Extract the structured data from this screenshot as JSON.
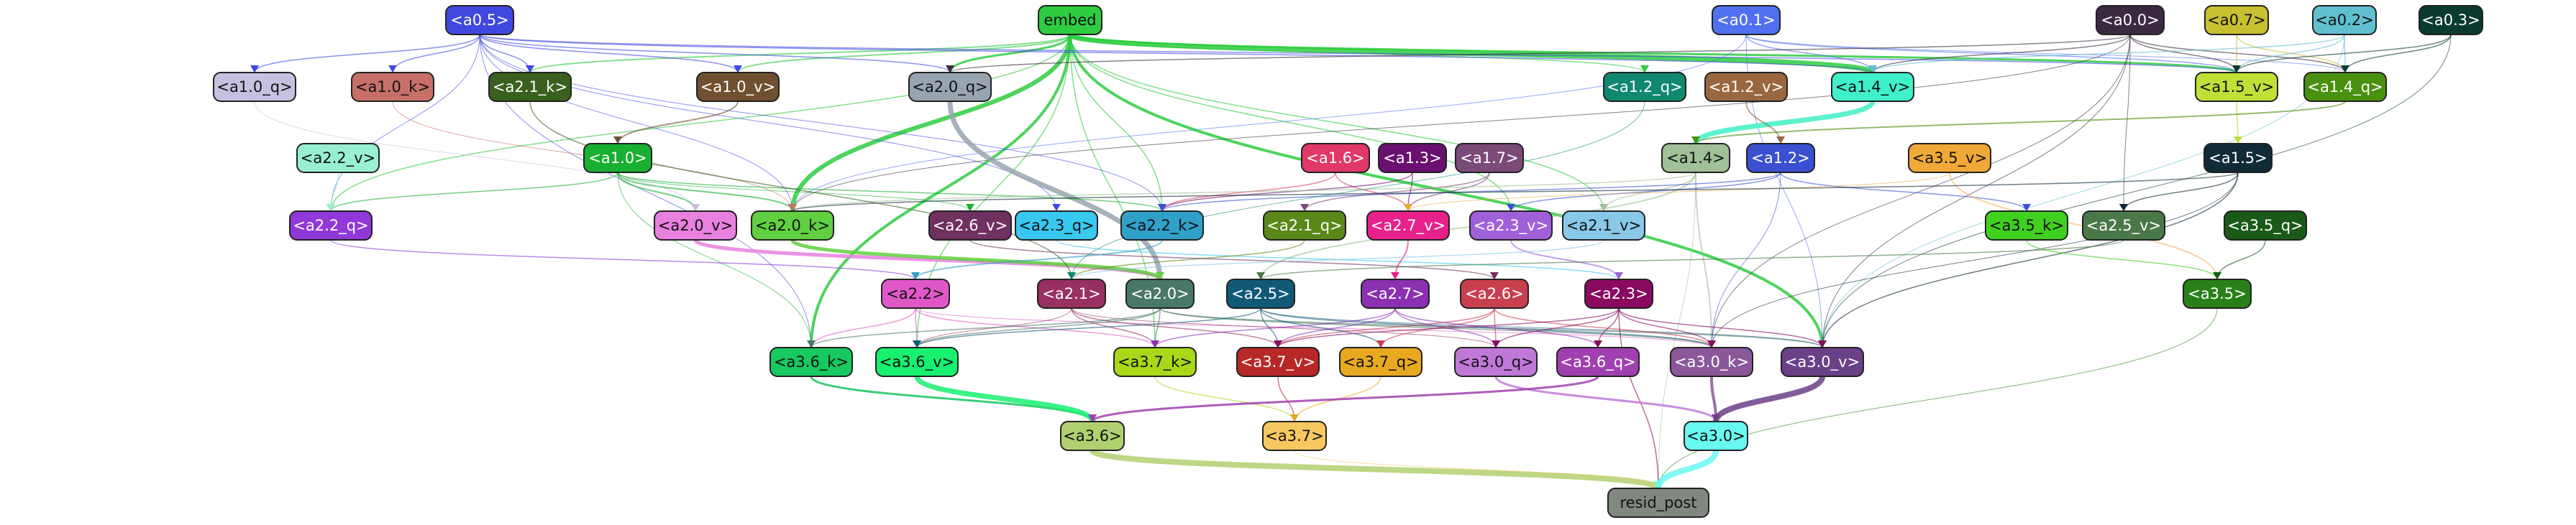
{
  "title": "",
  "nodes": [
    {
      "id": "embed",
      "label": "embed",
      "color": "#2ecc40",
      "text": "#111"
    },
    {
      "id": "a0_5",
      "label": "<a0.5>",
      "color": "#4048e0",
      "text": "#fff"
    },
    {
      "id": "a0_1",
      "label": "<a0.1>",
      "color": "#5070f0",
      "text": "#fff"
    },
    {
      "id": "a0_0",
      "label": "<a0.0>",
      "color": "#3a2a40",
      "text": "#fff"
    },
    {
      "id": "a0_7",
      "label": "<a0.7>",
      "color": "#c8c030",
      "text": "#111"
    },
    {
      "id": "a0_2",
      "label": "<a0.2>",
      "color": "#60c0d0",
      "text": "#111"
    },
    {
      "id": "a0_3",
      "label": "<a0.3>",
      "color": "#0a3a30",
      "text": "#fff"
    },
    {
      "id": "a1_0_q",
      "label": "<a1.0_q>",
      "color": "#c8c0e0",
      "text": "#111"
    },
    {
      "id": "a1_0_k",
      "label": "<a1.0_k>",
      "color": "#c87068",
      "text": "#111"
    },
    {
      "id": "a2_1_k",
      "label": "<a2.1_k>",
      "color": "#3a6020",
      "text": "#fff"
    },
    {
      "id": "a1_0_v",
      "label": "<a1.0_v>",
      "color": "#705030",
      "text": "#fff"
    },
    {
      "id": "a2_0_q",
      "label": "<a2.0_q>",
      "color": "#98a4b0",
      "text": "#111"
    },
    {
      "id": "a1_2_q",
      "label": "<a1.2_q>",
      "color": "#108870",
      "text": "#fff"
    },
    {
      "id": "a1_2_v",
      "label": "<a1.2_v>",
      "color": "#9a6840",
      "text": "#fff"
    },
    {
      "id": "a1_4_v",
      "label": "<a1.4_v>",
      "color": "#40f0c8",
      "text": "#111"
    },
    {
      "id": "a1_5_v",
      "label": "<a1.5_v>",
      "color": "#c0e038",
      "text": "#111"
    },
    {
      "id": "a1_4_q",
      "label": "<a1.4_q>",
      "color": "#4a9010",
      "text": "#fff"
    },
    {
      "id": "a2_2_v",
      "label": "<a2.2_v>",
      "color": "#98f0d0",
      "text": "#111"
    },
    {
      "id": "a1_0",
      "label": "<a1.0>",
      "color": "#18b030",
      "text": "#fff"
    },
    {
      "id": "a1_6",
      "label": "<a1.6>",
      "color": "#e03868",
      "text": "#fff"
    },
    {
      "id": "a1_3",
      "label": "<a1.3>",
      "color": "#6a1070",
      "text": "#fff"
    },
    {
      "id": "a1_7",
      "label": "<a1.7>",
      "color": "#7a4a78",
      "text": "#fff"
    },
    {
      "id": "a1_4",
      "label": "<a1.4>",
      "color": "#a0c098",
      "text": "#111"
    },
    {
      "id": "a1_2",
      "label": "<a1.2>",
      "color": "#3a50d0",
      "text": "#fff"
    },
    {
      "id": "a3_5_v",
      "label": "<a3.5_v>",
      "color": "#f0a838",
      "text": "#111"
    },
    {
      "id": "a1_5",
      "label": "<a1.5>",
      "color": "#102a38",
      "text": "#fff"
    },
    {
      "id": "a2_2_q",
      "label": "<a2.2_q>",
      "color": "#9038d8",
      "text": "#fff"
    },
    {
      "id": "a2_0_v",
      "label": "<a2.0_v>",
      "color": "#e880e0",
      "text": "#111"
    },
    {
      "id": "a2_0_k",
      "label": "<a2.0_k>",
      "color": "#60d040",
      "text": "#111"
    },
    {
      "id": "a2_6_v",
      "label": "<a2.6_v>",
      "color": "#703060",
      "text": "#fff"
    },
    {
      "id": "a2_3_q",
      "label": "<a2.3_q>",
      "color": "#38c8f0",
      "text": "#111"
    },
    {
      "id": "a2_2_k",
      "label": "<a2.2_k>",
      "color": "#30a0c8",
      "text": "#111"
    },
    {
      "id": "a2_1_q",
      "label": "<a2.1_q>",
      "color": "#5a8818",
      "text": "#fff"
    },
    {
      "id": "a2_7_v",
      "label": "<a2.7_v>",
      "color": "#e8208a",
      "text": "#fff"
    },
    {
      "id": "a2_3_v",
      "label": "<a2.3_v>",
      "color": "#a060d8",
      "text": "#fff"
    },
    {
      "id": "a2_1_v",
      "label": "<a2.1_v>",
      "color": "#88c8e8",
      "text": "#111"
    },
    {
      "id": "a3_5_k",
      "label": "<a3.5_k>",
      "color": "#40d020",
      "text": "#111"
    },
    {
      "id": "a2_5_v",
      "label": "<a2.5_v>",
      "color": "#4a7848",
      "text": "#fff"
    },
    {
      "id": "a3_5_q",
      "label": "<a3.5_q>",
      "color": "#1a5a18",
      "text": "#fff"
    },
    {
      "id": "a2_2",
      "label": "<a2.2>",
      "color": "#e058c8",
      "text": "#111"
    },
    {
      "id": "a2_1",
      "label": "<a2.1>",
      "color": "#983060",
      "text": "#fff"
    },
    {
      "id": "a2_0",
      "label": "<a2.0>",
      "color": "#4a7868",
      "text": "#fff"
    },
    {
      "id": "a2_5",
      "label": "<a2.5>",
      "color": "#105a78",
      "text": "#fff"
    },
    {
      "id": "a2_7",
      "label": "<a2.7>",
      "color": "#8a30b0",
      "text": "#fff"
    },
    {
      "id": "a2_6",
      "label": "<a2.6>",
      "color": "#c84050",
      "text": "#fff"
    },
    {
      "id": "a2_3",
      "label": "<a2.3>",
      "color": "#8a0a60",
      "text": "#fff"
    },
    {
      "id": "a3_5",
      "label": "<a3.5>",
      "color": "#2a8018",
      "text": "#fff"
    },
    {
      "id": "a3_6_k",
      "label": "<a3.6_k>",
      "color": "#18c860",
      "text": "#111"
    },
    {
      "id": "a3_6_v",
      "label": "<a3.6_v>",
      "color": "#18f070",
      "text": "#111"
    },
    {
      "id": "a3_7_k",
      "label": "<a3.7_k>",
      "color": "#a8d818",
      "text": "#111"
    },
    {
      "id": "a3_7_v",
      "label": "<a3.7_v>",
      "color": "#b82828",
      "text": "#fff"
    },
    {
      "id": "a3_7_q",
      "label": "<a3.7_q>",
      "color": "#e8a820",
      "text": "#111"
    },
    {
      "id": "a3_0_q",
      "label": "<a3.0_q>",
      "color": "#c078d8",
      "text": "#111"
    },
    {
      "id": "a3_6_q",
      "label": "<a3.6_q>",
      "color": "#a040b0",
      "text": "#fff"
    },
    {
      "id": "a3_0_k",
      "label": "<a3.0_k>",
      "color": "#8a5898",
      "text": "#fff"
    },
    {
      "id": "a3_0_v",
      "label": "<a3.0_v>",
      "color": "#6a4088",
      "text": "#fff"
    },
    {
      "id": "a3_6",
      "label": "<a3.6>",
      "color": "#b0d070",
      "text": "#111"
    },
    {
      "id": "a3_7",
      "label": "<a3.7>",
      "color": "#f8c860",
      "text": "#111"
    },
    {
      "id": "a3_0",
      "label": "<a3.0>",
      "color": "#68f8f0",
      "text": "#111"
    },
    {
      "id": "resid_post",
      "label": "resid_post",
      "color": "#808880",
      "text": "#111"
    }
  ]
}
